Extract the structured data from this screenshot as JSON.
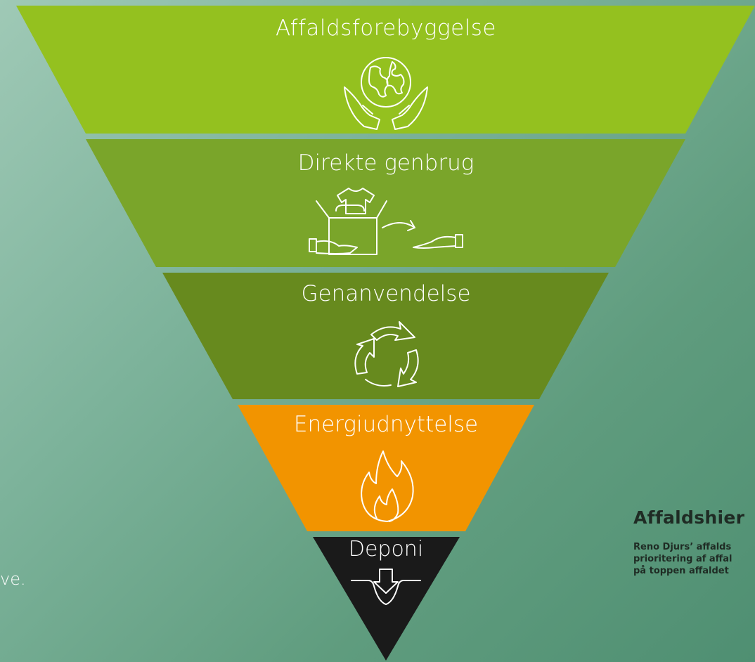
{
  "diagram": {
    "tiers": [
      {
        "label": "Affaldsforebyggelse",
        "icon": "globe-in-hands-icon",
        "color": "#94c11f"
      },
      {
        "label": "Direkte genbrug",
        "icon": "box-handover-icon",
        "color": "#7aa52a"
      },
      {
        "label": "Genanvendelse",
        "icon": "recycle-arrows-icon",
        "color": "#678a1e"
      },
      {
        "label": "Energiudnyttelse",
        "icon": "flame-icon",
        "color": "#f29400"
      },
      {
        "label": "Deponi",
        "icon": "down-arrow-landfill-icon",
        "color": "#1a1a1a"
      }
    ]
  },
  "left_fragment": "ve.",
  "sidebar": {
    "title": "Affaldshier",
    "lines": [
      "Reno Djurs’ affalds",
      "prioritering af affal",
      "på toppen affaldet"
    ]
  }
}
